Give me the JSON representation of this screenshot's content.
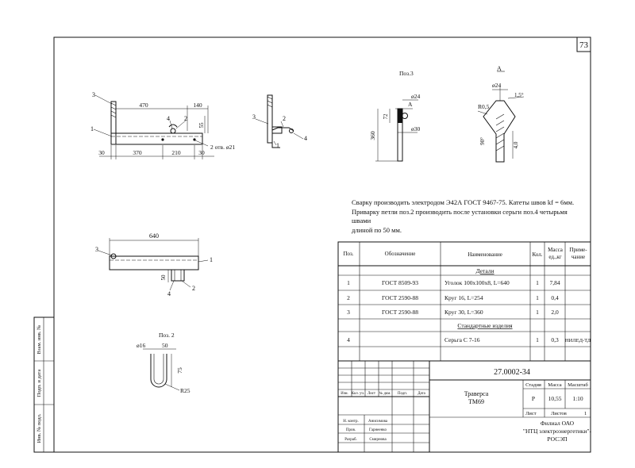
{
  "sheet": {
    "page_number": "73",
    "side_stamps": [
      "Взам. инв. №",
      "Подп. и дата",
      "Инв. № подл."
    ]
  },
  "views": {
    "view_a_label": "А",
    "section_a_label": "А",
    "pos3_label": "Поз.3",
    "pos2_label": "Поз. 2",
    "leaders": {
      "main_3": "3",
      "main_1": "1",
      "main_4": "4",
      "main_2": "2",
      "side_3": "3",
      "side_2": "2",
      "side_1": "1",
      "side_4": "4",
      "plan_3": "3",
      "plan_1": "1",
      "plan_4": "4",
      "plan_2": "2"
    },
    "dims": {
      "d470": "470",
      "d140": "140",
      "d55": "55",
      "holes": "2 отв.  ø21",
      "d30a": "30",
      "d370": "370",
      "d210": "210",
      "d30b": "30",
      "d640": "640",
      "d50v": "50",
      "p3_d24": "ø24",
      "p3_d72": "72",
      "p3_d360": "360",
      "p3_d30": "ø30",
      "a_d24": "ø24",
      "a_angle": "1,5°",
      "a_r": "R0,5",
      "a_90": "90°",
      "a_40": "4,0",
      "p2_d16": "ø16",
      "p2_d50": "50",
      "p2_d75": "75",
      "p2_r25": "R25"
    }
  },
  "notes": [
    "Сварку производить электродом Э42А ГОСТ 9467-75.  Катеты швов kf = 6мм.",
    "Приварку петли поз.2 производить после установки серьги поз.4 четырьмя швами",
    "длиной по 50 мм."
  ],
  "spec_table": {
    "headers": [
      "Поз.",
      "Обозначение",
      "Наименование",
      "Кол.",
      "Масса ед.,кг",
      "Приме-чание"
    ],
    "section_details": "Детали",
    "section_standard": "Стандартные изделия",
    "rows": [
      {
        "pos": "1",
        "designation": "ГОСТ 8509-93",
        "name": "Уголок 100х100х8, L=640",
        "qty": "1",
        "mass": "7,84",
        "note": ""
      },
      {
        "pos": "2",
        "designation": "ГОСТ 2590-88",
        "name": "Круг 16, L=254",
        "qty": "1",
        "mass": "0,4",
        "note": ""
      },
      {
        "pos": "3",
        "designation": "ГОСТ 2590-88",
        "name": "Круг 30, L=360",
        "qty": "1",
        "mass": "2,0",
        "note": ""
      }
    ],
    "standard_rows": [
      {
        "pos": "4",
        "designation": "",
        "name": "Серьга С 7-16",
        "qty": "1",
        "mass": "0,3",
        "note": "НИЛЕД-ТД"
      }
    ]
  },
  "title_block": {
    "doc_number": "27.0002-34",
    "item_name_line1": "Траверса",
    "item_name_line2": "ТМ69",
    "col_headers": [
      "Изм.",
      "Кол. уч.",
      "Лист",
      "№ дкм.",
      "Подп.",
      "Дата"
    ],
    "stage_label": "Стадия",
    "mass_label": "Масса",
    "scale_label": "Масштаб",
    "stage": "Р",
    "mass": "10,55",
    "scale": "1:10",
    "sheet_label": "Лист",
    "sheets_label": "Листов",
    "sheets": "1",
    "org_line1": "Филиал ОАО",
    "org_line2": "\"НТЦ электроэнергетики\"-",
    "org_line3": "РОСЭП",
    "signers": [
      {
        "role": "Н. контр.",
        "name": "Анисимова"
      },
      {
        "role": "Пров.",
        "name": "Гарнеенко"
      },
      {
        "role": "Разраб.",
        "name": "Смирнова"
      }
    ]
  }
}
